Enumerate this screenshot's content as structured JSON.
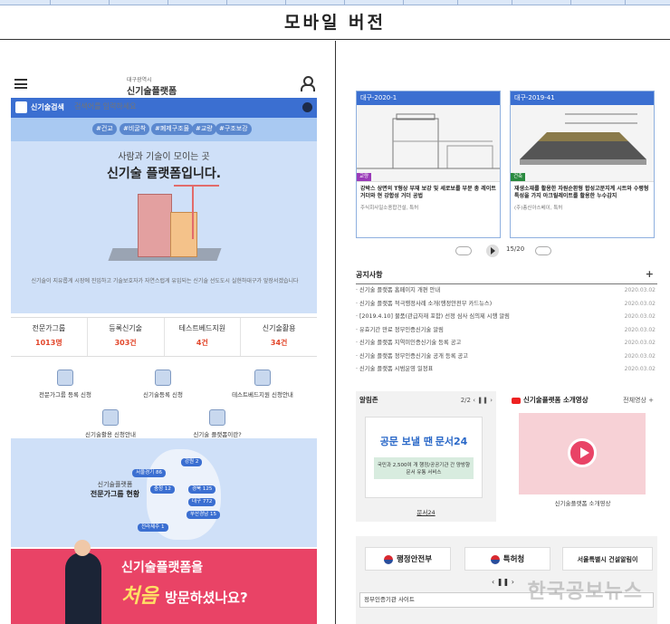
{
  "page_title": "모바일 버전",
  "left": {
    "header": {
      "logo": "신기술플랫폼",
      "logo_small": "대구광역시"
    },
    "search": {
      "label": "신기술검색",
      "placeholder": "검색어를 입력하세요"
    },
    "tags": [
      "#건교",
      "#비굴착",
      "#폐제구조물",
      "#교량",
      "#구조보강"
    ],
    "hero": {
      "subtitle": "사람과 기술이 모이는 곳",
      "title": "신기술 플랫폼입니다.",
      "desc": "신기술이 지유롭게 시장에 진입하고 기술보호자가 자연스럽게 유입되는 신기술 선도도시 실현하대구가 앞장서겠습니다"
    },
    "stats": [
      {
        "label": "전문가그룹",
        "value": "1013명"
      },
      {
        "label": "등록신기술",
        "value": "303건"
      },
      {
        "label": "테스트베드지원",
        "value": "4건"
      },
      {
        "label": "신기술활용",
        "value": "34건"
      }
    ],
    "quick_links": [
      {
        "label": "전문가그룹 등록 신청",
        "icon": "document-icon"
      },
      {
        "label": "신기술등록 신청",
        "icon": "handshake-icon"
      },
      {
        "label": "테스트베드지원 신청안내",
        "icon": "screen-icon"
      },
      {
        "label": "신기술활용 신청안내",
        "icon": "tools-icon"
      },
      {
        "label": "신기술 플랫폼이란?",
        "icon": "book-icon"
      }
    ],
    "map": {
      "title_small": "신기술플랫폼",
      "title": "전문가그룹 현황",
      "regions": [
        "강원 2",
        "서울경기 86",
        "충청 12",
        "경북 125",
        "대구 772",
        "부산경남 15",
        "전라제주 1"
      ]
    },
    "banner": {
      "line1": "신기술플랫폼을",
      "highlight": "처음",
      "rest": "방문하셨나요?"
    }
  },
  "right": {
    "cards": [
      {
        "code": "대구-2020-1",
        "badge": "교량",
        "badge_color": "#9a3bb8",
        "title": "강박스 상면의 T형상 부재 보강 및 세로보를 부분 총 레이트거더와 현 강합성 거더 공법",
        "company": "주식회사일소종합건설, 특허"
      },
      {
        "code": "대구-2019-41",
        "badge": "건축",
        "badge_color": "#2a8a3f",
        "title": "재생소재를 활용한 자원순환형 합성고분지계 시트와 수평형 특성을 가지 아크릴레이트를 활용한 누수감지",
        "company": "(주)총신아스베이, 특허"
      }
    ],
    "pager": {
      "count": "15/20"
    },
    "notices": {
      "title": "공지사항",
      "items": [
        {
          "text": "신기술 플랫폼 홈페이지 개편 안내",
          "date": "2020.03.02"
        },
        {
          "text": "신기술 플랫폼 적극행정사례 소개(행정안전부 카드뉴스)",
          "date": "2020.03.02"
        },
        {
          "text": "[2019.4.10] 물품(관급자재 포함) 선정 심사 심의제 시행 알림",
          "date": "2020.03.02"
        },
        {
          "text": "유효기간 만료 정부인증신기술 알림",
          "date": "2020.03.02"
        },
        {
          "text": "신기술 플랫폼 지역미인증신기술 등록 공고",
          "date": "2020.03.02"
        },
        {
          "text": "신기술 플랫폼 정부인증신기술 공개 등록 공고",
          "date": "2020.03.02"
        },
        {
          "text": "신기술 플랫폼 시범운영 일정표",
          "date": "2020.03.02"
        }
      ]
    },
    "alert_widget": {
      "title": "알림존",
      "counter": "2/2",
      "box_title_pre": "공문 보낼 땐",
      "box_title_brand": "문서24",
      "box_desc": "국민과 2,500여 개 행정/공공기관 간 양방향 문서 유통 서비스",
      "footer": "문서24"
    },
    "video_widget": {
      "title": "신기술플랫폼 소개영상",
      "more": "전체영상",
      "caption": "신기술플랫폼 소개영상"
    },
    "partners": {
      "items": [
        "행정안전부",
        "특허청",
        "서울특별시 건설알림이"
      ],
      "select": "정부인증기관 사이트"
    },
    "watermark": "한국공보뉴스"
  }
}
